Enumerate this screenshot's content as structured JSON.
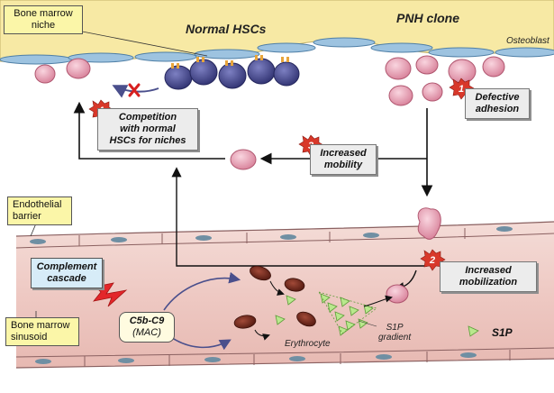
{
  "labels": {
    "normal_hscs": "Normal HSCs",
    "pnh_clone": "PNH clone",
    "osteoblast": "Osteoblast",
    "bone_marrow_niche": "Bone marrow\nniche",
    "endothelial_barrier": "Endothelial\nbarrier",
    "bone_marrow_sinusoid": "Bone marrow\nsinusoid",
    "complement_cascade": "Complement\ncascade",
    "c5b_c9": "C5b-C9",
    "mac": "(MAC)",
    "erythrocyte": "Erythrocyte",
    "s1p_gradient": "S1P\ngradient",
    "s1p": "S1P"
  },
  "steps": [
    {
      "number": "1",
      "label": "Defective\nadhesion"
    },
    {
      "number": "2",
      "label": "Increased\nmobilization"
    },
    {
      "number": "3",
      "label": "Increased\nmobility"
    },
    {
      "number": "4",
      "label": "Competition\nwith normal\nHSCs for niches"
    }
  ],
  "colors": {
    "bone": "#f7e9a4",
    "osteoblast": "#9dc3e0",
    "normal_hsc": "#4d4f96",
    "pnh_cell": "#e5a0b4",
    "vessel": "#f1d2cd",
    "erythrocyte": "#6b2318",
    "s1p": "#b9e88d",
    "badge": "#d8382a",
    "blocked_x": "#d72020",
    "lightning": "#e3262a"
  }
}
